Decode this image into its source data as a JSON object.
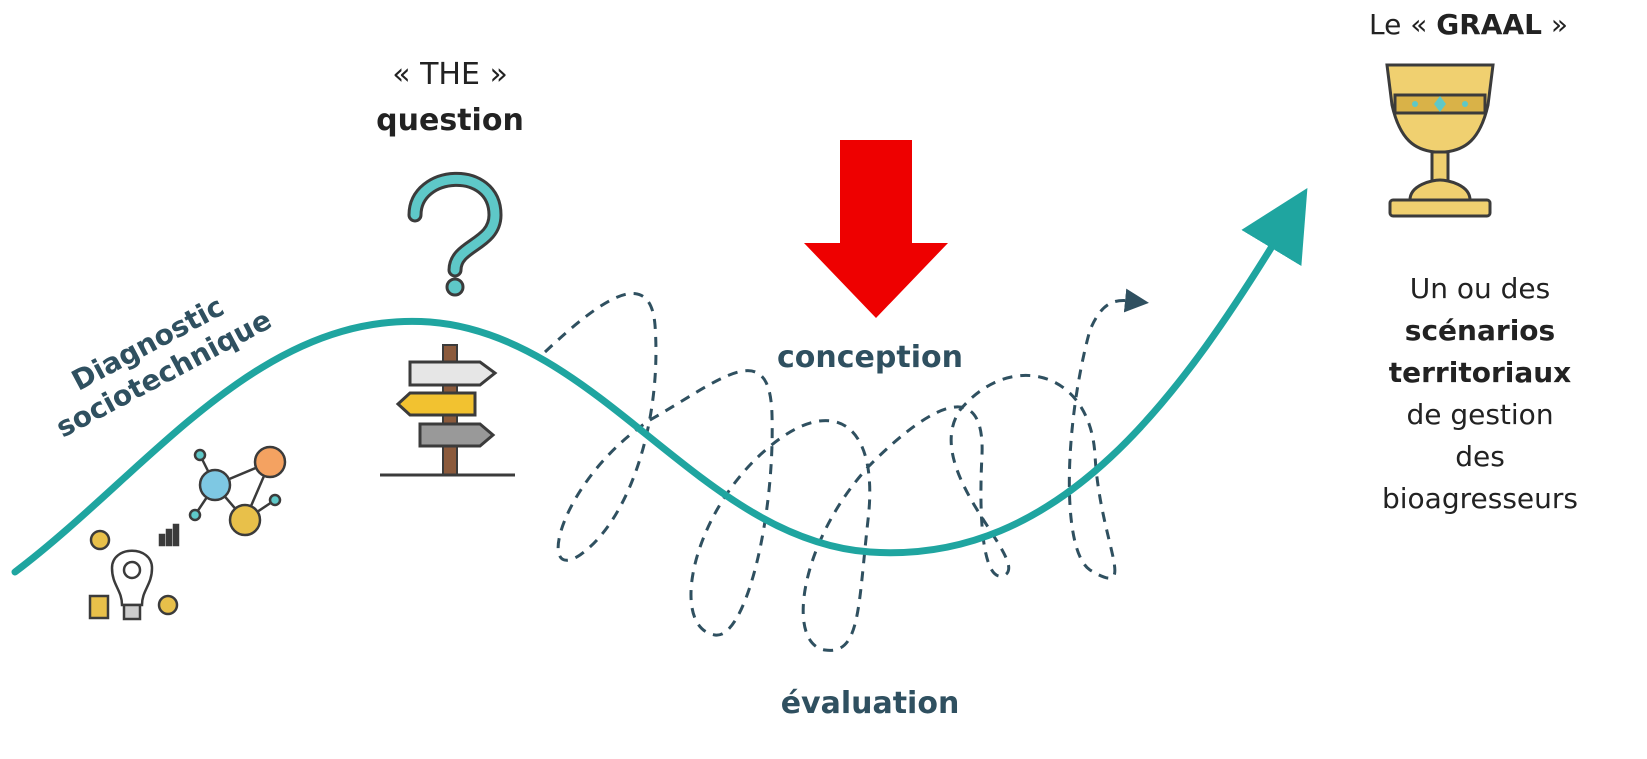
{
  "labels": {
    "the_quote_open": "« THE »",
    "question": "question",
    "diagnostic_line1": "Diagnostic",
    "diagnostic_line2": "sociotechnique",
    "conception": "conception",
    "evaluation": "évaluation",
    "graal_prefix": "Le « ",
    "graal_word": "GRAAL",
    "graal_suffix": " »",
    "result_line1": "Un ou des",
    "result_line2": "scénarios",
    "result_line3": "territoriaux",
    "result_line4": "de gestion",
    "result_line5": "des",
    "result_line6": "bioagresseurs"
  },
  "colors": {
    "curve": "#1fa5a0",
    "loops": "#2f5060",
    "arrow": "#ee0000",
    "icon_gold": "#e8c04a",
    "icon_dark": "#3b3b3b"
  },
  "icons": [
    "idea-bulb-icon",
    "network-people-icon",
    "question-mark-icon",
    "signpost-icon",
    "down-arrow-icon",
    "grail-cup-icon"
  ]
}
